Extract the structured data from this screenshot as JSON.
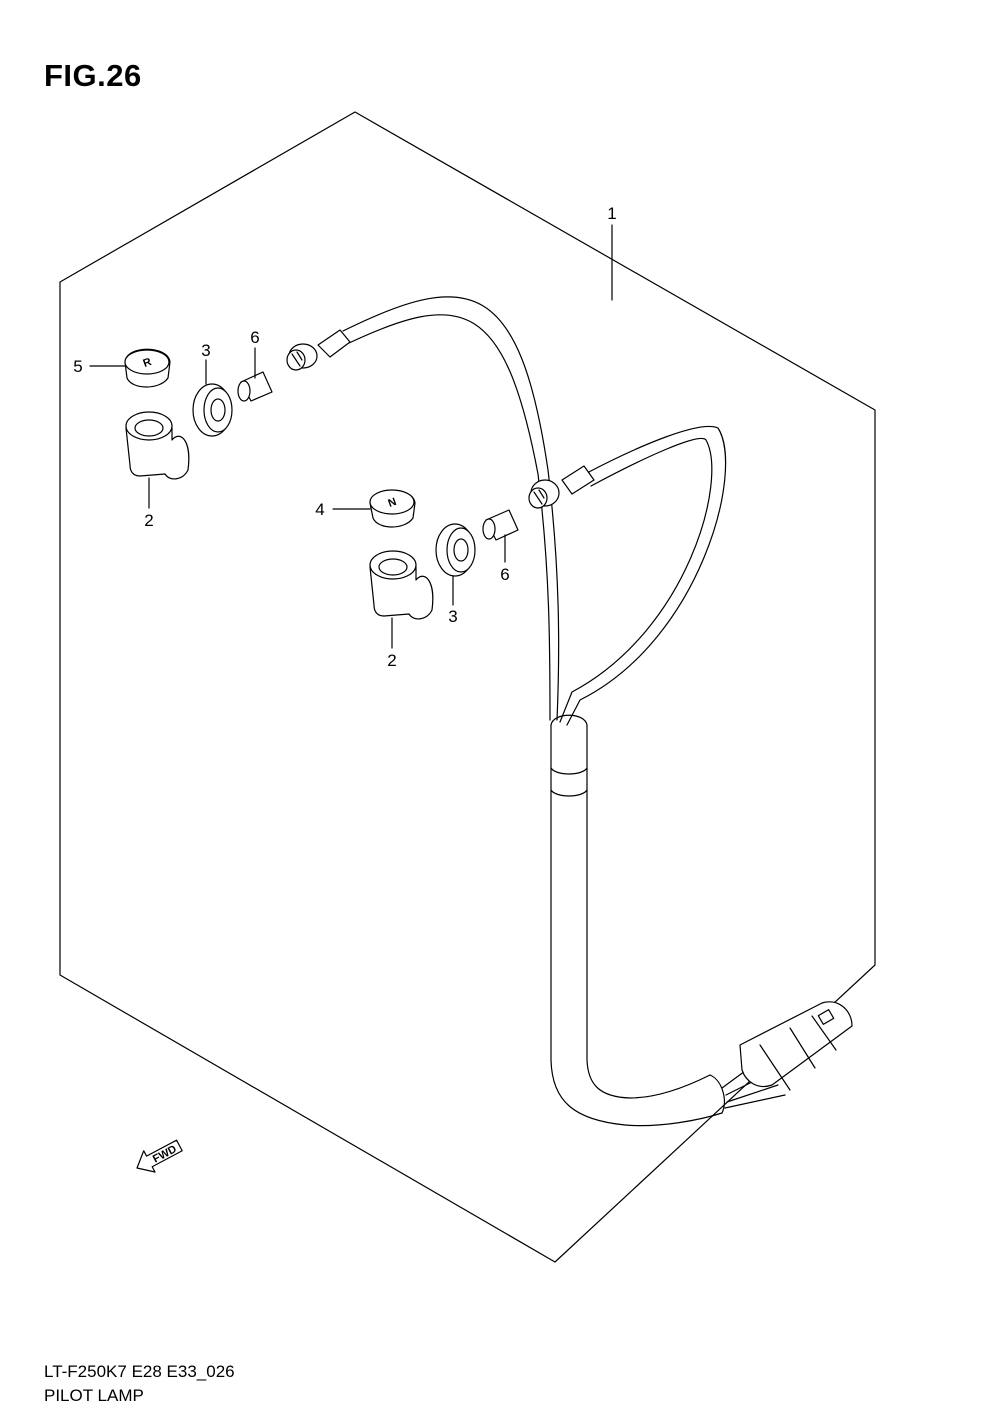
{
  "figure": {
    "title": "FIG.26"
  },
  "callouts": [
    {
      "id": "c1",
      "label": "1"
    },
    {
      "id": "c5",
      "label": "5"
    },
    {
      "id": "c3a",
      "label": "3"
    },
    {
      "id": "c6a",
      "label": "6"
    },
    {
      "id": "c2a",
      "label": "2"
    },
    {
      "id": "c4",
      "label": "4"
    },
    {
      "id": "c6b",
      "label": "6"
    },
    {
      "id": "c3b",
      "label": "3"
    },
    {
      "id": "c2b",
      "label": "2"
    }
  ],
  "cap_marks": {
    "part5": "R",
    "part4": "N"
  },
  "fwd_label": "FWD",
  "footer": {
    "code": "LT-F250K7 E28 E33_026",
    "name": "PILOT LAMP"
  }
}
